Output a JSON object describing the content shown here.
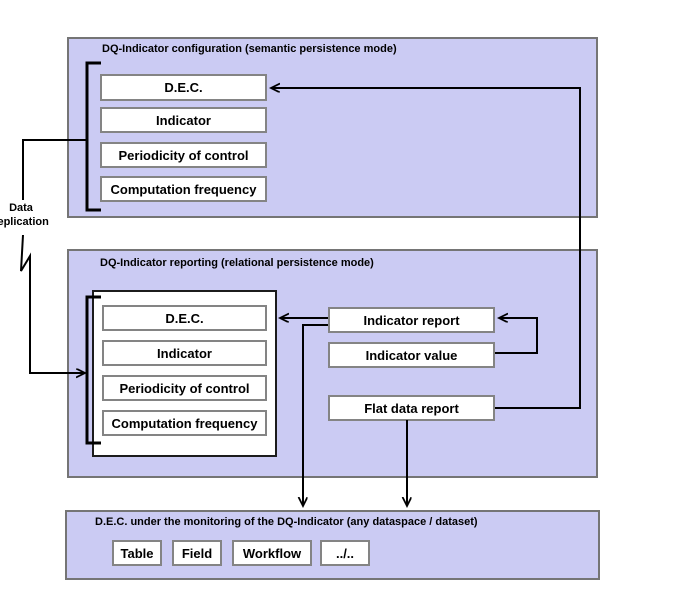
{
  "diagram": {
    "left_label": {
      "line1": "Data",
      "line2": "replication"
    },
    "panels": {
      "config": {
        "title": "DQ-Indicator configuration (semantic persistence mode)",
        "boxes": [
          "D.E.C.",
          "Indicator",
          "Periodicity of control",
          "Computation frequency"
        ]
      },
      "reporting": {
        "title": "DQ-Indicator reporting (relational persistence mode)",
        "entity_boxes": [
          "D.E.C.",
          "Indicator",
          "Periodicity of control",
          "Computation frequency"
        ],
        "report_boxes": [
          "Indicator report",
          "Indicator value",
          "Flat data report"
        ]
      },
      "dec": {
        "title": "D.E.C. under the monitoring of the DQ-Indicator (any dataspace / dataset)",
        "boxes": [
          "Table",
          "Field",
          "Workflow",
          "../.."
        ]
      }
    },
    "colors": {
      "panel_fill": "#cbcbf3",
      "panel_border": "#757575",
      "box_border": "#848484",
      "container_border": "#1c1c1c",
      "connector": "#000000"
    }
  }
}
